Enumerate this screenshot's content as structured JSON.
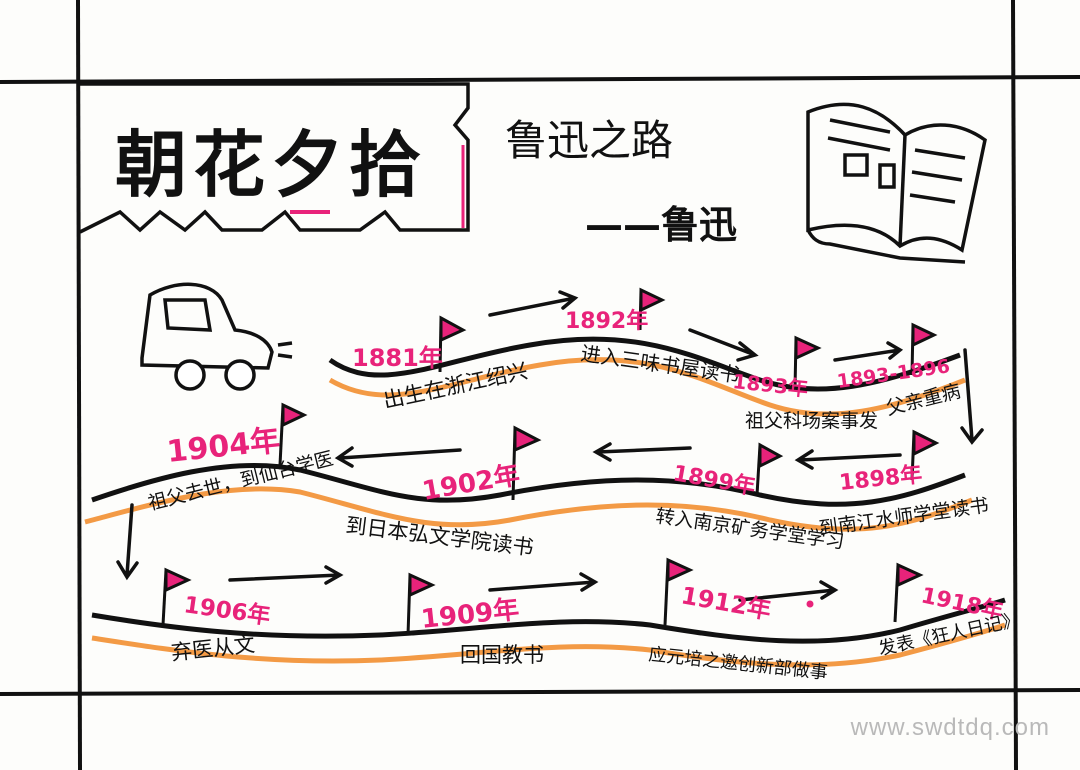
{
  "title": "朝花夕拾",
  "subtitle": "鲁迅之路",
  "author": "——鲁迅",
  "watermark": "www.swdtdq.com",
  "timeline": {
    "row1": [
      {
        "year": "1881年",
        "event": "出生在浙江绍兴"
      },
      {
        "year": "1892年",
        "event": "进入三味书屋读书"
      },
      {
        "year": "1893年",
        "event": "祖父科场案事发"
      },
      {
        "year": "1893-1896",
        "event": "父亲重病"
      }
    ],
    "row2": [
      {
        "year": "1898年",
        "event": "到南江水师学堂读书"
      },
      {
        "year": "1899年",
        "event": "转入南京矿务学堂学习"
      },
      {
        "year": "1902年",
        "event": "到日本弘文学院读书"
      },
      {
        "year": "1904年",
        "event": "祖父去世，到仙台学医"
      }
    ],
    "row3": [
      {
        "year": "1906年",
        "event": "弃医从文"
      },
      {
        "year": "1909年",
        "event": "回国教书"
      },
      {
        "year": "1912年",
        "event": "应元培之邀创新部做事"
      },
      {
        "year": "1918年",
        "event": "发表《狂人日记》"
      }
    ]
  },
  "colors": {
    "ink": "#111111",
    "pink": "#e8237a",
    "orange": "#f39a45",
    "paper": "#fdfdfb"
  }
}
